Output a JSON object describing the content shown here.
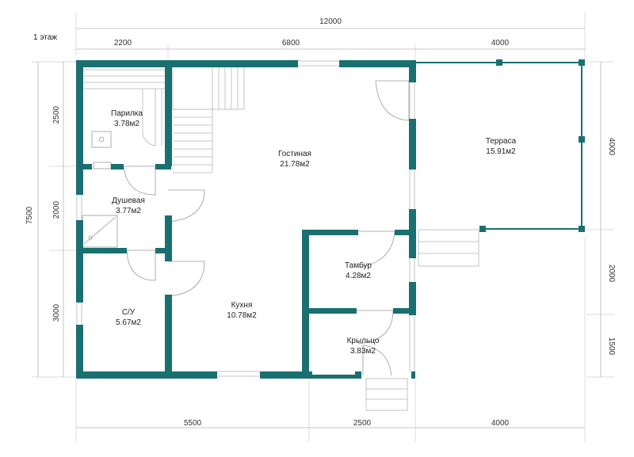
{
  "floor_label": "1 этаж",
  "colors": {
    "wall": "#1a7070",
    "line": "#b5b5b5"
  },
  "dimensions": {
    "top_total": "12000",
    "top": [
      "2200",
      "6800",
      "4000"
    ],
    "bottom": [
      "5500",
      "2500",
      "4000"
    ],
    "left_total": "7500",
    "left": [
      "2500",
      "2000",
      "3000"
    ],
    "right": [
      "4000",
      "2000",
      "1500"
    ]
  },
  "rooms": [
    {
      "name": "Парилка",
      "area": "3.78м2"
    },
    {
      "name": "Душевая",
      "area": "3.77м2"
    },
    {
      "name": "С/У",
      "area": "5.67м2"
    },
    {
      "name": "Гостиная",
      "area": "21.78м2"
    },
    {
      "name": "Кухня",
      "area": "10.78м2"
    },
    {
      "name": "Тамбур",
      "area": "4.28м2"
    },
    {
      "name": "Крыльцо",
      "area": "3.83м2"
    },
    {
      "name": "Терраса",
      "area": "15.91м2"
    }
  ]
}
